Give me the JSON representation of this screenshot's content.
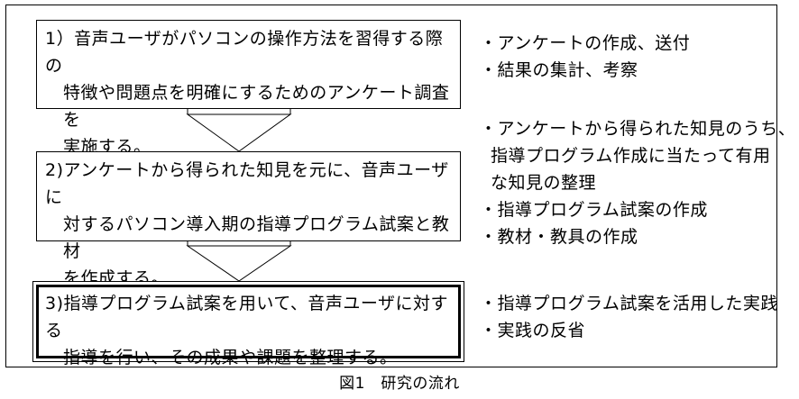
{
  "steps": [
    {
      "lines": [
        "1）音声ユーザがパソコンの操作方法を習得する際の",
        "特徴や問題点を明確にするためのアンケート調査を",
        "実施する。"
      ]
    },
    {
      "lines": [
        "2)アンケートから得られた知見を元に、音声ユーザに",
        "対するパソコン導入期の指導プログラム試案と教材",
        "を作成する。"
      ]
    },
    {
      "lines": [
        "3)指導プログラム試案を用いて、音声ユーザに対する",
        "指導を行い、その成果や課題を整理する。"
      ]
    }
  ],
  "notes": [
    {
      "items": [
        "・アンケートの作成、送付",
        "・結果の集計、考察"
      ]
    },
    {
      "items": [
        "・アンケートから得られた知見のうち、",
        "指導プログラム作成に当たって有用",
        "な知見の整理",
        "・指導プログラム試案の作成",
        "・教材・教具の作成"
      ]
    },
    {
      "items": [
        "・指導プログラム試案を活用した実践",
        "・実践の反省"
      ]
    }
  ],
  "caption": "図1　研究の流れ"
}
